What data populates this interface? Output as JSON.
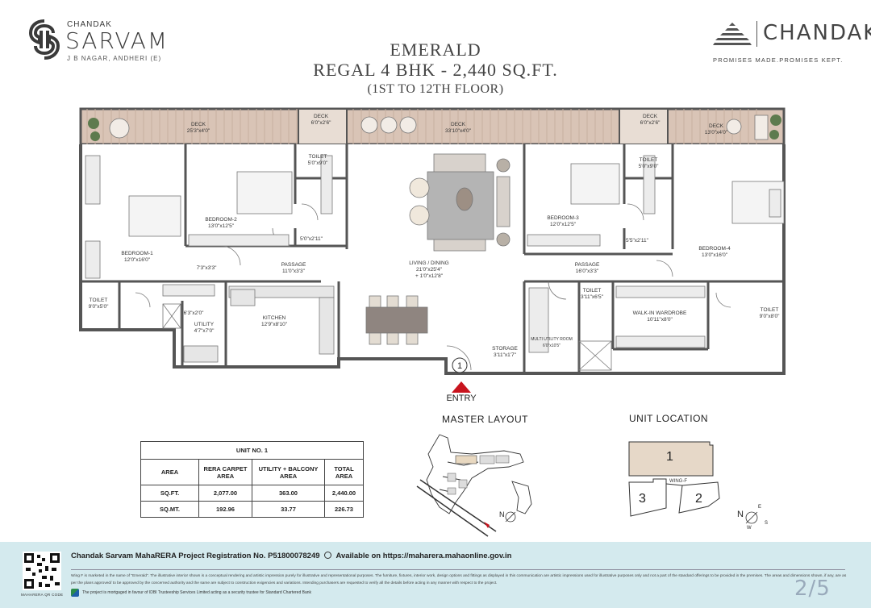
{
  "brand": {
    "group": "CHANDAK",
    "name": "SARVAM",
    "location": "J B NAGAR, ANDHERI (E)"
  },
  "title": {
    "line1": "EMERALD",
    "line2": "REGAL 4 BHK - 2,440 SQ.FT.",
    "line3": "(1ST TO 12TH FLOOR)"
  },
  "corporate": {
    "name": "CHANDAK",
    "tagline": "PROMISES MADE.PROMISES KEPT."
  },
  "plan": {
    "rooms": [
      {
        "name": "DECK",
        "size": "25'3\"x4'0\""
      },
      {
        "name": "DECK",
        "size": "6'0\"x2'6\""
      },
      {
        "name": "DECK",
        "size": "33'10\"x4'0\""
      },
      {
        "name": "DECK",
        "size": "6'0\"x2'6\""
      },
      {
        "name": "DECK",
        "size": "13'0\"x4'0\""
      },
      {
        "name": "TOILET",
        "size": "5'0\"x9'0\""
      },
      {
        "name": "TOILET",
        "size": "5'0\"x9'0\""
      },
      {
        "name": "BEDROOM-1",
        "size": "12'0\"x16'0\""
      },
      {
        "name": "BEDROOM-2",
        "size": "13'0\"x12'5\""
      },
      {
        "name": "LIVING / DINING",
        "size": "21'0\"x25'4\"",
        "size2": "+ 1'0\"x12'8\""
      },
      {
        "name": "BEDROOM-3",
        "size": "12'0\"x12'5\""
      },
      {
        "name": "BEDROOM-4",
        "size": "13'0\"x16'0\""
      },
      {
        "name": "PASSAGE",
        "size": "11'0\"x3'3\""
      },
      {
        "name": "PASSAGE",
        "size": "16'0\"x3'3\""
      },
      {
        "name": "TOILET",
        "size": "9'0\"x5'0\""
      },
      {
        "name": "UTILITY",
        "size": "4'7\"x7'0\""
      },
      {
        "name": "KITCHEN",
        "size": "12'9\"x8'10\""
      },
      {
        "name": "STORAGE",
        "size": "3'11\"x1'7\""
      },
      {
        "name": "MULTI UTILITY ROOM",
        "size": "6'0\"x10'5\""
      },
      {
        "name": "TOILET",
        "size": "3'11\"x6'5\""
      },
      {
        "name": "WALK-IN WARDROBE",
        "size": "10'11\"x8'0\""
      },
      {
        "name": "TOILET",
        "size": "9'0\"x8'0\""
      }
    ],
    "dims": [
      "7'3\"x3'3\"",
      "5'0\"x2'11\"",
      "5'5\"x2'11\"",
      "6'3\"x2'0\""
    ],
    "entry_number": "1",
    "entry_label": "ENTRY"
  },
  "unit_table": {
    "unit": "UNIT NO. 1",
    "headers": [
      "AREA",
      "RERA CARPET AREA",
      "UTILITY + BALCONY AREA",
      "TOTAL AREA"
    ],
    "rows": [
      [
        "SQ.FT.",
        "2,077.00",
        "363.00",
        "2,440.00"
      ],
      [
        "SQ.MT.",
        "192.96",
        "33.77",
        "226.73"
      ]
    ]
  },
  "master_layout": {
    "title": "MASTER LAYOUT"
  },
  "unit_location": {
    "title": "UNIT LOCATION",
    "units": [
      "1",
      "2",
      "3"
    ],
    "wing": "WING-F",
    "compass": {
      "n": "N",
      "e": "E",
      "s": "S",
      "w": "W"
    }
  },
  "footer": {
    "rera": "Chandak Sarvam MahaRERA Project Registration No. P51800078249",
    "available": "Available on https://maharera.mahaonline.gov.in",
    "qr_caption": "MAHARERA QR CODE",
    "disclaimer": "Wing F is marketed in the name of \"Emerald\". The illustrative interior shown is a conceptual rendering and artistic impression purely for illustrative and representational purposes. The furniture, fixtures, interior work, design options and fittings as displayed in this communication are artistic impressions used for illustrative purposes only and not a part of the standard offerings to be provided in the premises. The areas and dimensions shown, if any, are as per the plans approved/ to be approved by the concerned authority and the same are subject to construction exigencies and variations. Intending purchasers are requested to verify all the details before acting in any manner with respect to the project.",
    "mortgage": "The project is mortgaged in favour of IDBI Trusteeship Services Limited acting as a security trustee for Standard Chartered Bank",
    "page": "2/5"
  },
  "colors": {
    "wall": "#555555",
    "deck": "#d9c4b6",
    "entry": "#c8141e",
    "footer_bg": "#d4eaee",
    "unit1_fill": "#e6d8c8"
  }
}
